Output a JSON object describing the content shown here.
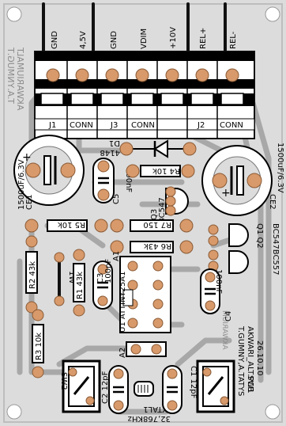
{
  "connector_pins": [
    "GND",
    "4,5V",
    "GND",
    "VDIM",
    "+10V",
    "REL+",
    "REL-"
  ],
  "connectors": [
    "J1",
    "CONN",
    "J3",
    "CONN",
    "J2",
    "CONN"
  ],
  "diode": {
    "ref": "D1",
    "value": "4148"
  },
  "capacitors": {
    "ce1": {
      "ref": "CE1",
      "value": "1500uF/6.3V"
    },
    "ce2": {
      "ref": "CE2",
      "value": "1500uF/6.3V"
    },
    "c5": {
      "ref": "C5",
      "value": "100nF"
    },
    "c3": {
      "ref": "C3",
      "value": "100nF"
    },
    "c4": {
      "ref": "C4",
      "value": "100nF"
    },
    "c2": {
      "ref": "C2",
      "value": "12pF"
    },
    "c1": {
      "ref": "C1",
      "value": "12pF"
    }
  },
  "resistors": {
    "r4": {
      "ref": "R4",
      "value": "10k"
    },
    "r5": {
      "ref": "R5",
      "value": "10k"
    },
    "r7": {
      "ref": "R7",
      "value": "150"
    },
    "r6": {
      "ref": "R6",
      "value": "43k"
    },
    "r2": {
      "ref": "R2",
      "value": "43k"
    },
    "r1": {
      "ref": "R1",
      "value": "43k"
    },
    "r3": {
      "ref": "R3",
      "value": "10k"
    }
  },
  "transistors": {
    "q3": {
      "ref": "Q3",
      "value": "BC547"
    },
    "q1q2": {
      "refs": "Q1 Q2",
      "value": "BC547BC557"
    }
  },
  "mcu": {
    "ref": "U1",
    "value": "ATTINY25A1"
  },
  "jumpers": {
    "w1": "1W",
    "a1": "A1",
    "a2": "A2"
  },
  "crystal": {
    "ref": "XTAL1",
    "value": "32,768KHz"
  },
  "switches": [
    "SW2",
    "SW1"
  ],
  "credit": {
    "line1": "T.GUMNY,A.TATYS",
    "line2": "AKWARI_ALT.PCB",
    "line3": "26.10.10"
  },
  "mirrored": {
    "line1": "T.A.YNMUG.T",
    "line2": "AKWARIUMALT",
    "small1": "AKWARIUM",
    "small2": "U1"
  }
}
